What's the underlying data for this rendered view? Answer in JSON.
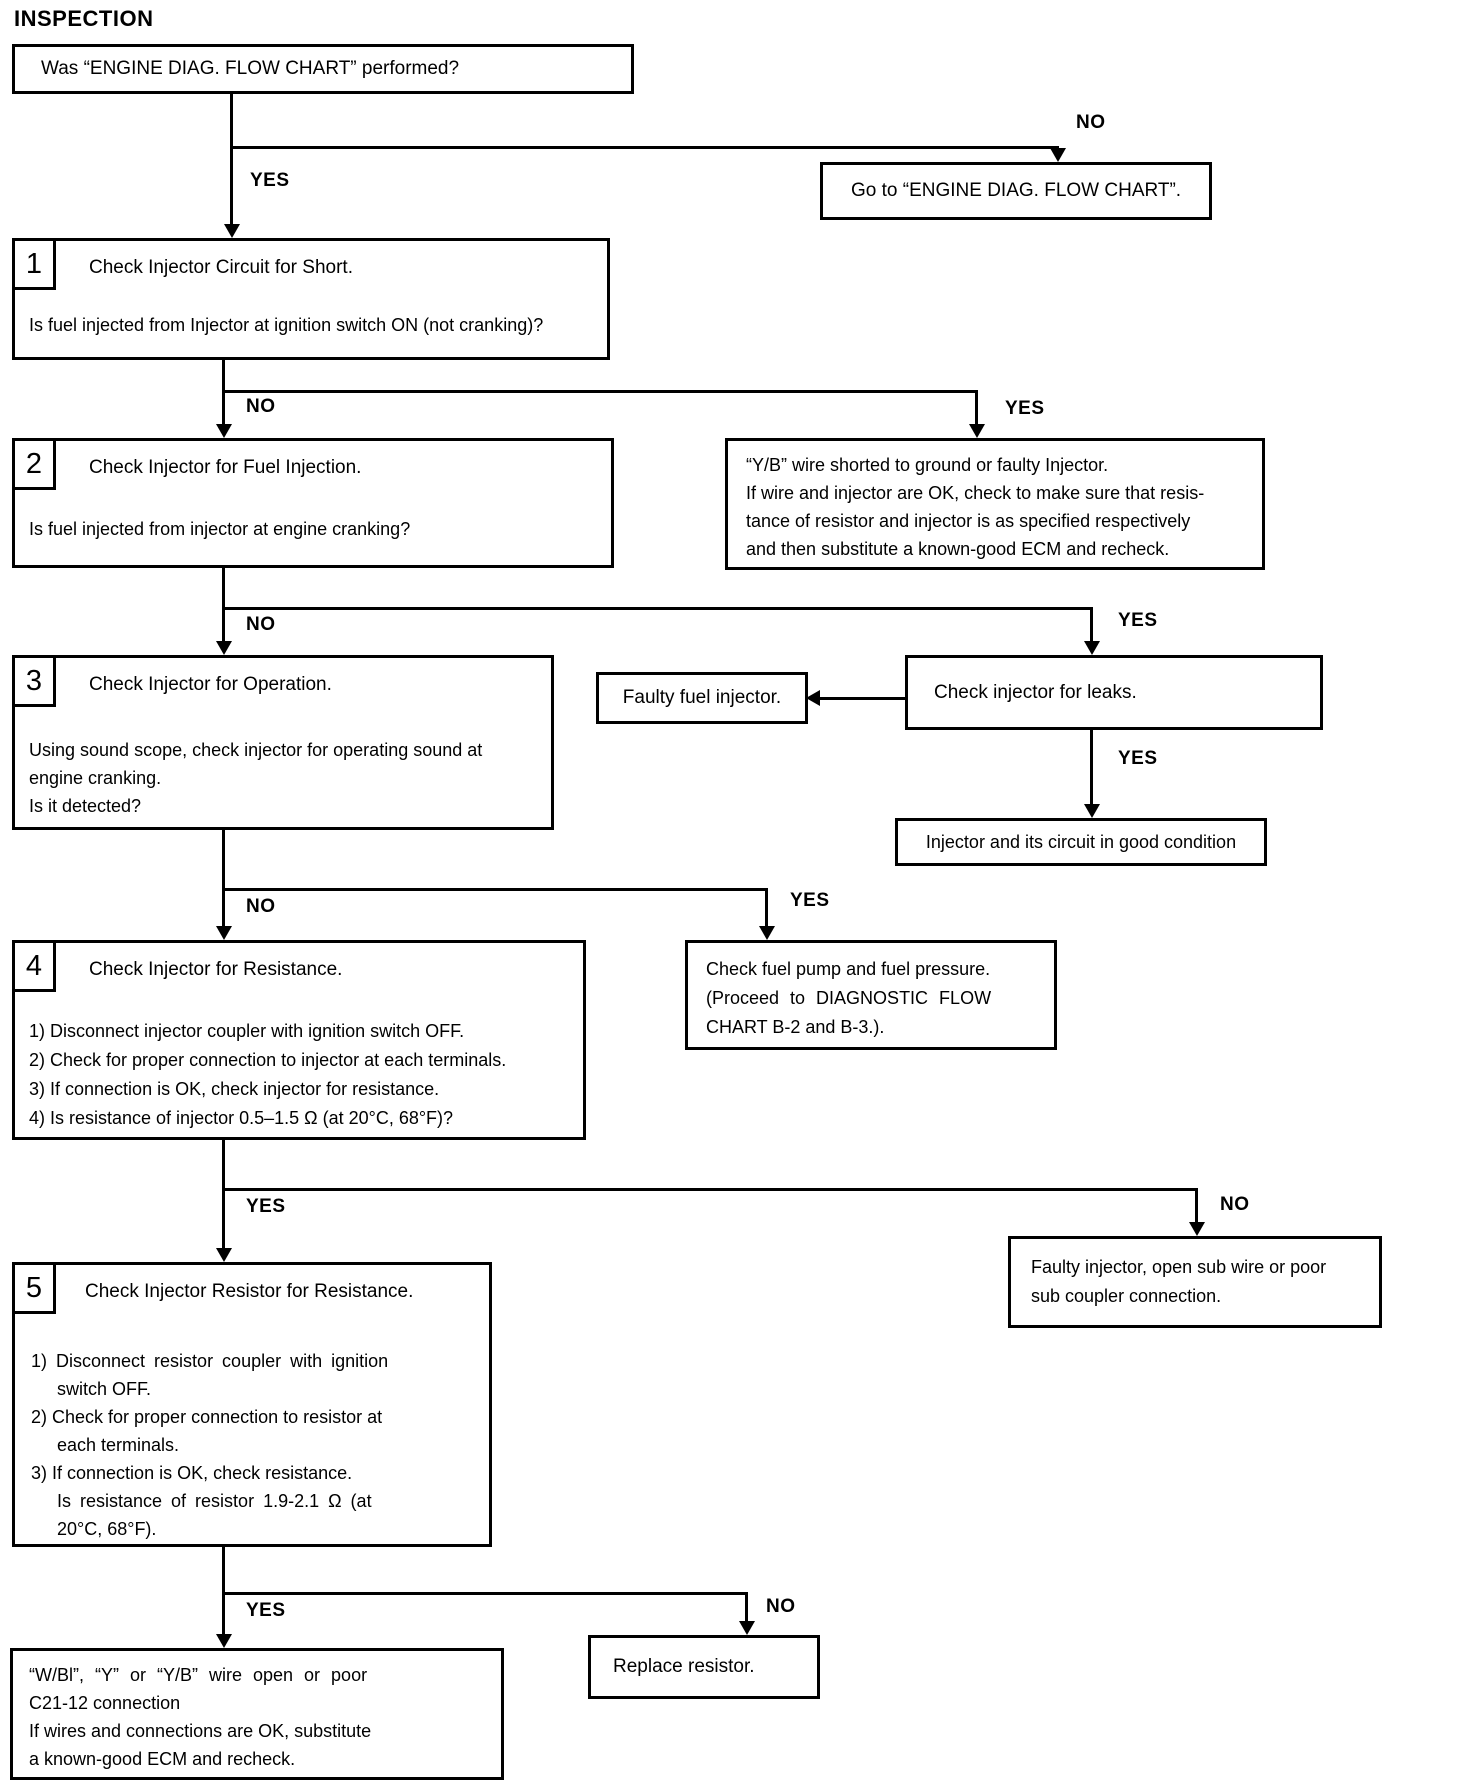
{
  "title": "INSPECTION",
  "labels": {
    "yes": "YES",
    "no": "NO"
  },
  "colors": {
    "ink": "#000000",
    "paper": "#ffffff"
  },
  "nodes": {
    "start": "Was “ENGINE DIAG. FLOW CHART” performed?",
    "goto_flow_chart": "Go to “ENGINE DIAG. FLOW CHART”.",
    "yb_shorted": {
      "lines": [
        "“Y/B” wire shorted to ground or faulty Injector.",
        "If wire and injector are OK, check to make sure that resis-",
        "tance of resistor and injector is as specified respectively",
        "and then substitute a known-good ECM and recheck."
      ]
    },
    "check_leaks": "Check injector for leaks.",
    "faulty_fuel_injector": "Faulty fuel injector.",
    "good_condition": "Injector and its circuit in good condition",
    "fuel_pump": {
      "lines": [
        "Check fuel pump and fuel pressure.",
        "(Proceed to DIAGNOSTIC FLOW",
        "CHART B-2 and B-3.)."
      ]
    },
    "faulty_injector_sub": {
      "lines": [
        "Faulty injector, open sub wire or poor",
        "sub coupler connection."
      ]
    },
    "wire_open": {
      "lines": [
        "“W/Bl”, “Y” or “Y/B” wire open or poor",
        "C21-12 connection",
        "If wires and connections are OK, substitute",
        "a known-good ECM and recheck."
      ]
    },
    "replace_resistor": "Replace resistor."
  },
  "steps": [
    {
      "number": "1",
      "title": "Check Injector Circuit for Short.",
      "lines": [
        "Is fuel injected from Injector at ignition switch ON (not cranking)?"
      ]
    },
    {
      "number": "2",
      "title": "Check Injector for Fuel Injection.",
      "lines": [
        "Is fuel injected from injector at engine cranking?"
      ]
    },
    {
      "number": "3",
      "title": "Check Injector for Operation.",
      "lines": [
        "Using sound scope, check injector for operating sound at",
        "engine cranking.",
        "Is it detected?"
      ]
    },
    {
      "number": "4",
      "title": "Check Injector for Resistance.",
      "lines": [
        "1) Disconnect injector coupler with ignition switch OFF.",
        "2) Check for proper connection to injector at each terminals.",
        "3) If connection is OK, check injector for resistance.",
        "4) Is resistance of injector 0.5–1.5 Ω (at 20°C, 68°F)?"
      ]
    },
    {
      "number": "5",
      "title": "Check Injector Resistor for Resistance.",
      "lines": [
        "1) Disconnect resistor coupler with ignition",
        "switch OFF.",
        "2) Check for proper connection to resistor at",
        "each terminals.",
        "3) If connection is OK, check resistance.",
        "Is resistance of resistor 1.9-2.1 Ω (at",
        "20°C, 68°F)."
      ]
    }
  ]
}
